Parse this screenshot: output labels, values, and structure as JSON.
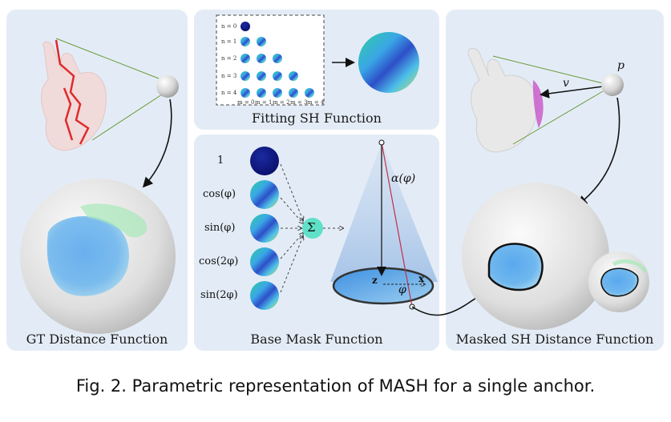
{
  "panels": {
    "gt_label": "GT Distance Function",
    "fitting_label": "Fitting SH Function",
    "base_mask_label": "Base Mask Function",
    "masked_label": "Masked SH Distance Function"
  },
  "sh_grid": {
    "rows": [
      "n = 0",
      "n = 1",
      "n = 2",
      "n = 3",
      "n = 4"
    ],
    "cols": [
      "m = 0",
      "m = 1",
      "m = 2",
      "m = 3",
      "m = 4"
    ]
  },
  "mask_terms": [
    "1",
    "cos(φ)",
    "sin(φ)",
    "cos(2φ)",
    "sin(2φ)"
  ],
  "math_labels": {
    "sum": "Σ",
    "alpha": "α(φ)",
    "phi": "φ",
    "z": "z",
    "x": "x",
    "p": "p",
    "v": "v"
  },
  "caption": "Fig. 2.  Parametric representation of MASH for a single anchor.",
  "colors": {
    "panel_bg": "#e3ecf6",
    "contour_red": "#e02a2a",
    "line_green": "#6b9a3a",
    "sum_node": "#5fe0c8"
  }
}
